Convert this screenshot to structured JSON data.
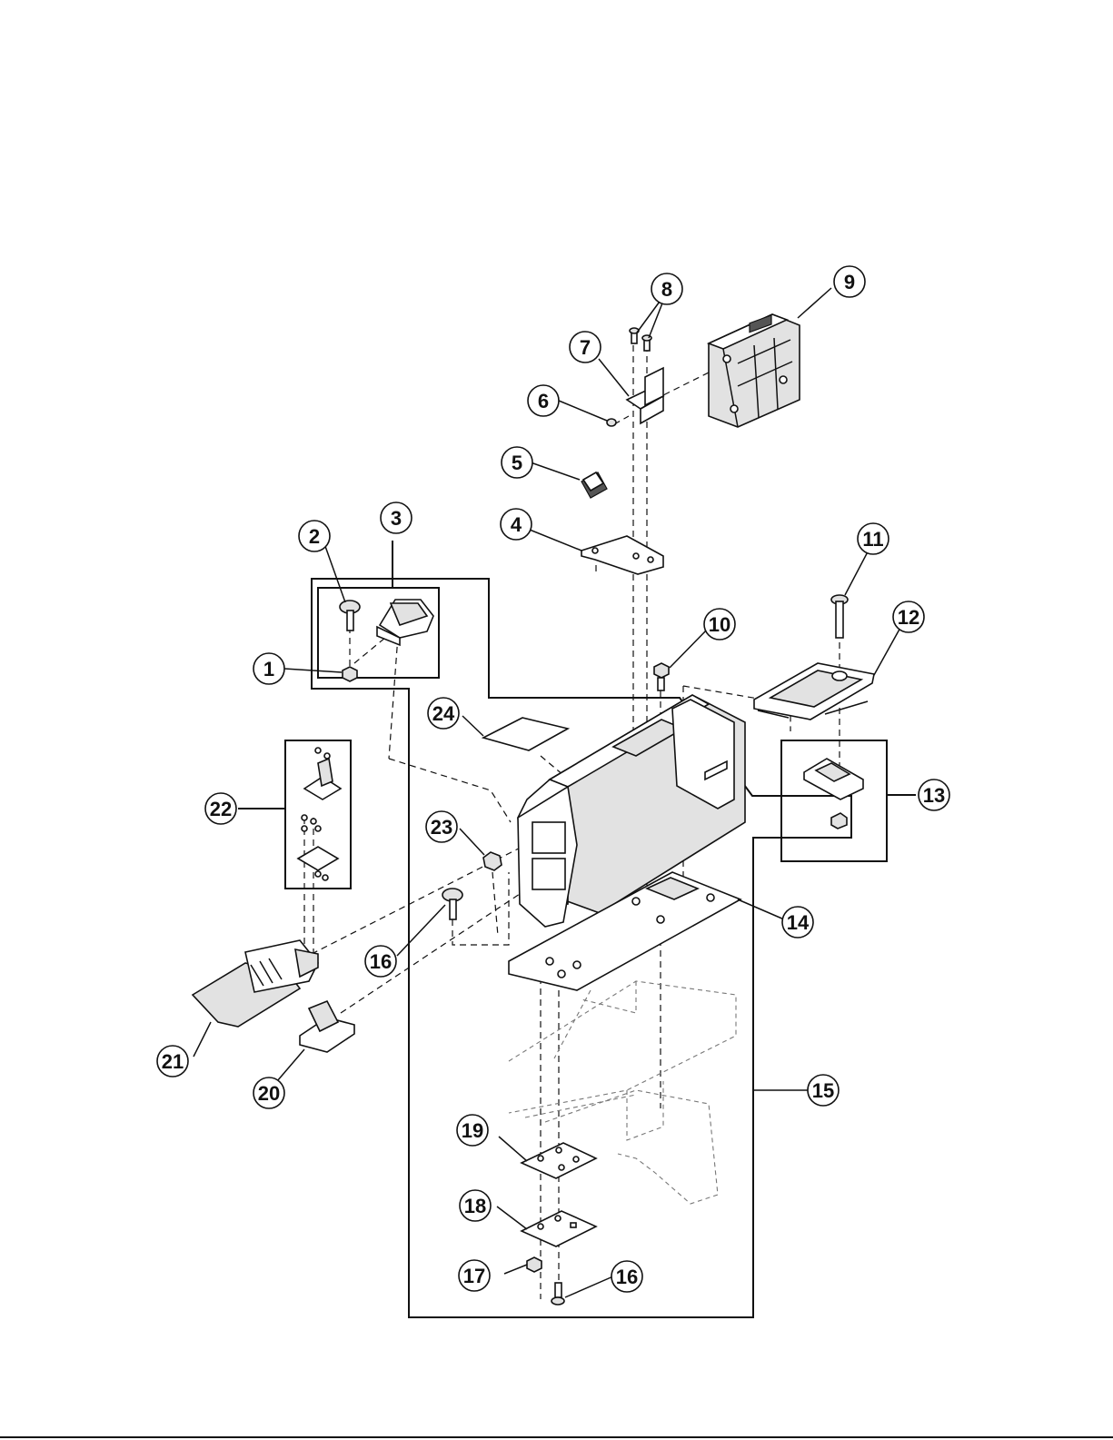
{
  "callouts": [
    {
      "id": "c1",
      "label": "1"
    },
    {
      "id": "c2",
      "label": "2"
    },
    {
      "id": "c3",
      "label": "3"
    },
    {
      "id": "c4",
      "label": "4"
    },
    {
      "id": "c5",
      "label": "5"
    },
    {
      "id": "c6",
      "label": "6"
    },
    {
      "id": "c7",
      "label": "7"
    },
    {
      "id": "c8",
      "label": "8"
    },
    {
      "id": "c9",
      "label": "9"
    },
    {
      "id": "c10",
      "label": "10"
    },
    {
      "id": "c11",
      "label": "11"
    },
    {
      "id": "c12",
      "label": "12"
    },
    {
      "id": "c13",
      "label": "13"
    },
    {
      "id": "c14",
      "label": "14"
    },
    {
      "id": "c15",
      "label": "15"
    },
    {
      "id": "c16a",
      "label": "16"
    },
    {
      "id": "c16b",
      "label": "16"
    },
    {
      "id": "c17",
      "label": "17"
    },
    {
      "id": "c18",
      "label": "18"
    },
    {
      "id": "c19",
      "label": "19"
    },
    {
      "id": "c20",
      "label": "20"
    },
    {
      "id": "c21",
      "label": "21"
    },
    {
      "id": "c22",
      "label": "22"
    },
    {
      "id": "c23",
      "label": "23"
    },
    {
      "id": "c24",
      "label": "24"
    }
  ]
}
